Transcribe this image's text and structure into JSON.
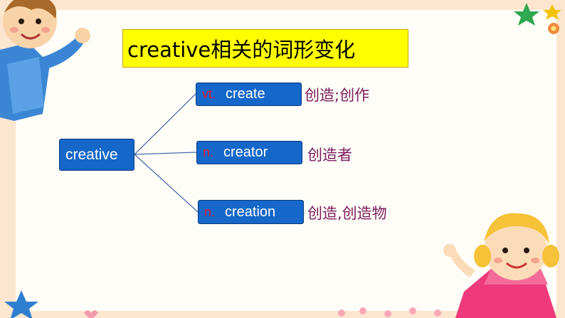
{
  "title": "creative相关的词形变化",
  "root": "creative",
  "branches": [
    {
      "pos": "vt.",
      "word": "create",
      "meaning": "创造;创作"
    },
    {
      "pos": "n.",
      "word": "creator",
      "meaning": "创造者"
    },
    {
      "pos": "n.",
      "word": "creation",
      "meaning": "创造,创造物"
    }
  ],
  "colors": {
    "title_bg": "#ffff00",
    "node_bg": "#1567c9",
    "pos_text": "#d01a3a",
    "meaning_text": "#7a1c5a",
    "border": "#fde6cf"
  },
  "decorations": [
    "boy-cartoon",
    "girl-cartoon",
    "star-icon",
    "flower-icon",
    "heart-icon"
  ]
}
